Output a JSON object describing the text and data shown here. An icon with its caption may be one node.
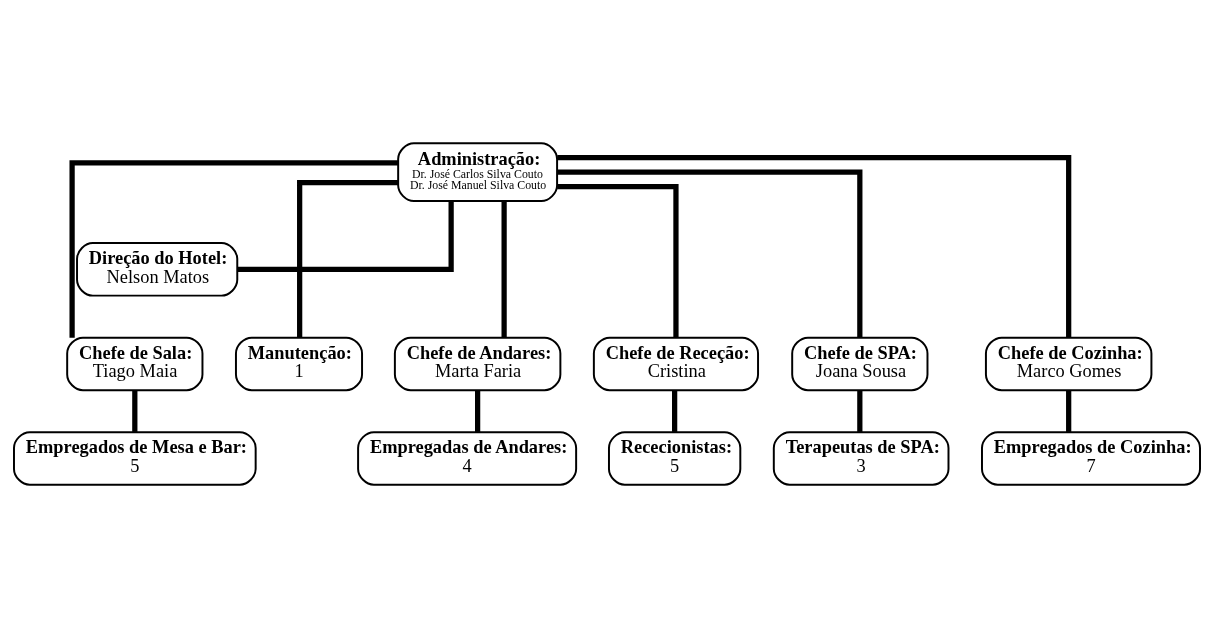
{
  "diagram": {
    "nodes": [
      {
        "text": [
          "Administração:",
          "Dr. José Carlos Silva Couto",
          "Dr. José Manuel Silva Couto"
        ]
      },
      {
        "text": [
          "Direção do Hotel:",
          "Nelson Matos"
        ]
      },
      {
        "text": [
          "Chefe de Sala:",
          "Tiago Maia"
        ]
      },
      {
        "text": [
          "Manutenção:",
          "1"
        ]
      },
      {
        "text": [
          "Chefe de Andares:",
          "Marta Faria"
        ]
      },
      {
        "text": [
          "Chefe de Receção:",
          "Cristina"
        ]
      },
      {
        "text": [
          "Chefe de SPA:",
          "Joana Sousa"
        ]
      },
      {
        "text": [
          "Chefe de Cozinha:",
          "Marco Gomes"
        ]
      },
      {
        "text": [
          "Empregados de Mesa e Bar:",
          "5"
        ]
      },
      {
        "text": [
          "Empregadas de Andares:",
          "4"
        ]
      },
      {
        "text": [
          "Rececionistas:",
          "5"
        ]
      },
      {
        "text": [
          "Terapeutas de SPA:",
          "3"
        ]
      },
      {
        "text": [
          "Empregados de Cozinha:",
          "7"
        ]
      }
    ],
    "edges": [
      {
        "from": 0,
        "to": 1,
        "arrow": "none"
      },
      {
        "from": 0,
        "to": 2,
        "arrow": "none"
      },
      {
        "from": 0,
        "to": 3,
        "arrow": "none"
      },
      {
        "from": 0,
        "to": 4,
        "arrow": "none"
      },
      {
        "from": 0,
        "to": 5,
        "arrow": "none"
      },
      {
        "from": 0,
        "to": 6,
        "arrow": "none"
      },
      {
        "from": 0,
        "to": 7,
        "arrow": "none"
      },
      {
        "from": 2,
        "to": 8,
        "arrow": "none"
      },
      {
        "from": 4,
        "to": 9,
        "arrow": "none"
      },
      {
        "from": 5,
        "to": 10,
        "arrow": "none"
      },
      {
        "from": 6,
        "to": 11,
        "arrow": "none"
      },
      {
        "from": 7,
        "to": 12,
        "arrow": "none"
      }
    ]
  }
}
